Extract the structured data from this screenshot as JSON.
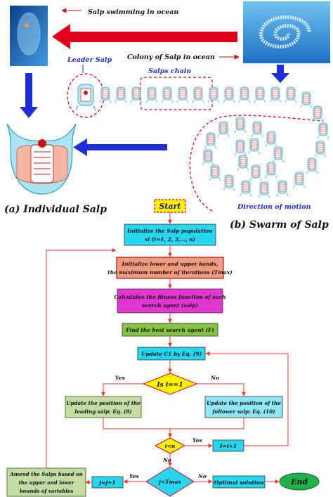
{
  "top": {
    "swimming_label": "Salp swimming in ocean",
    "colony_label": "Colony of Salp in ocean",
    "leader_label": "Leader Salp",
    "chain_label": "Salps chain",
    "direction_label": "Direction of motion",
    "individual_caption": "(a) Individual Salp",
    "swarm_caption": "(b) Swarm of Salp"
  },
  "flow": {
    "start": "Start",
    "init_pop_line1": "Initialize the Salp population",
    "init_pop_line2": "xi (i=1, 2, 3,…, n)",
    "bounds_line1": "Initialize lower and upper bands,",
    "bounds_line2": "the maximum number of iterations (Tmax)",
    "fitness_line1": "Calculates the fitness function of each",
    "fitness_line2": "search agent (salp)",
    "best": "Find the best search agent (F)",
    "update_c1": "Update C1 by Eq. (9)",
    "is_i1": "Is i==1",
    "yes1": "Yes",
    "no1": "No",
    "leading_line1": "Update the position of the",
    "leading_line2": "leading salp: Eq. (8)",
    "follower_line1": "Update the position of the",
    "follower_line2": "follower salp: Eq. (10)",
    "i_lt_n": "i<n",
    "yes2": "Yes",
    "i_inc": "I=i+1",
    "no2": "No",
    "amend_line1": "Amend the Salps based on",
    "amend_line2": "the upper and lower",
    "amend_line3": "bounds of variables",
    "j_inc": "j=j+1",
    "yes3": "Yes",
    "j_lt_t": "j<Tmax",
    "no3": "No",
    "optimal": "Optimal solution",
    "end": "End"
  },
  "colors": {
    "red_arrow": "#e0001a",
    "blue_arrow": "#1e2fd8",
    "line_red": "#ee3333",
    "cyan_box": "#27d6f0",
    "salmon_box": "#f19a7e",
    "magenta_box": "#e236d2",
    "green_box": "#86c440",
    "yellow": "#fff200",
    "light_blue": "#8fe6f6",
    "sage": "#c5dca4",
    "end_green": "#22b24c"
  }
}
